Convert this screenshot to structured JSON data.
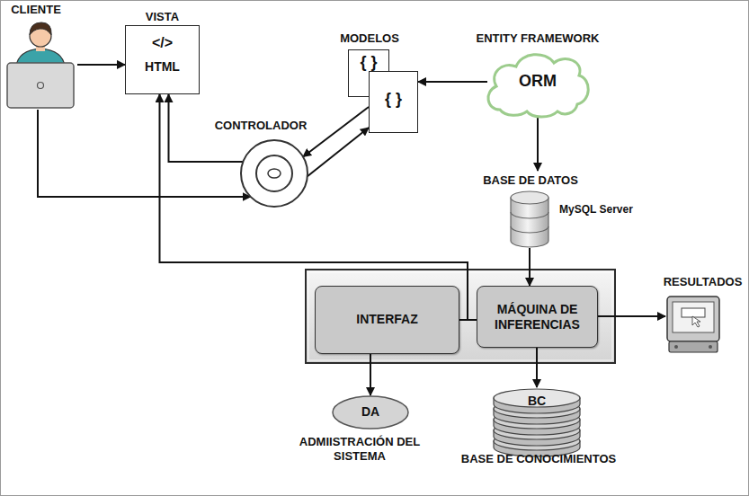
{
  "diagram": {
    "nodes": [
      {
        "text": [
          "CLIENTE"
        ]
      },
      {
        "text": [
          "VISTA",
          "</>",
          "HTML"
        ]
      },
      {
        "text": [
          "MODELOS",
          "{ }"
        ]
      },
      {
        "text": [
          "{ }"
        ]
      },
      {
        "text": [
          "CONTROLADOR"
        ]
      },
      {
        "text": [
          "ENTITY FRAMEWORK",
          "ORM"
        ]
      },
      {
        "text": [
          "BASE DE DATOS"
        ]
      },
      {
        "text": [
          "INTERFAZ"
        ]
      },
      {
        "text": [
          "MÁQUINA DE INFERENCIAS"
        ]
      },
      {
        "text": [
          "RESULTADOS"
        ]
      },
      {
        "text": [
          "DA",
          "ADMIISTRACIÓN DEL SISTEMA"
        ]
      },
      {
        "text": [
          "BC",
          "BASE DE CONOCIMIENTOS"
        ]
      }
    ],
    "edges": [
      {
        "from": 0,
        "to": 1,
        "arrow": "to"
      },
      {
        "from": 0,
        "to": 4,
        "arrow": "to"
      },
      {
        "from": 4,
        "to": 1,
        "arrow": "to"
      },
      {
        "from": 3,
        "to": 4,
        "arrow": "to"
      },
      {
        "from": 4,
        "to": 3,
        "arrow": "to"
      },
      {
        "from": 5,
        "to": 3,
        "arrow": "to"
      },
      {
        "from": 5,
        "to": 6,
        "arrow": "to"
      },
      {
        "from": 6,
        "to": 8,
        "arrow": "to"
      },
      {
        "from": 7,
        "to": 1,
        "arrow": "to"
      },
      {
        "from": 7,
        "to": 8,
        "arrow": "none"
      },
      {
        "from": 8,
        "to": 9,
        "arrow": "to"
      },
      {
        "from": 8,
        "to": 11,
        "arrow": "to"
      },
      {
        "from": 7,
        "to": 10,
        "arrow": "to"
      }
    ],
    "labels": [
      "MySQL Server"
    ]
  }
}
